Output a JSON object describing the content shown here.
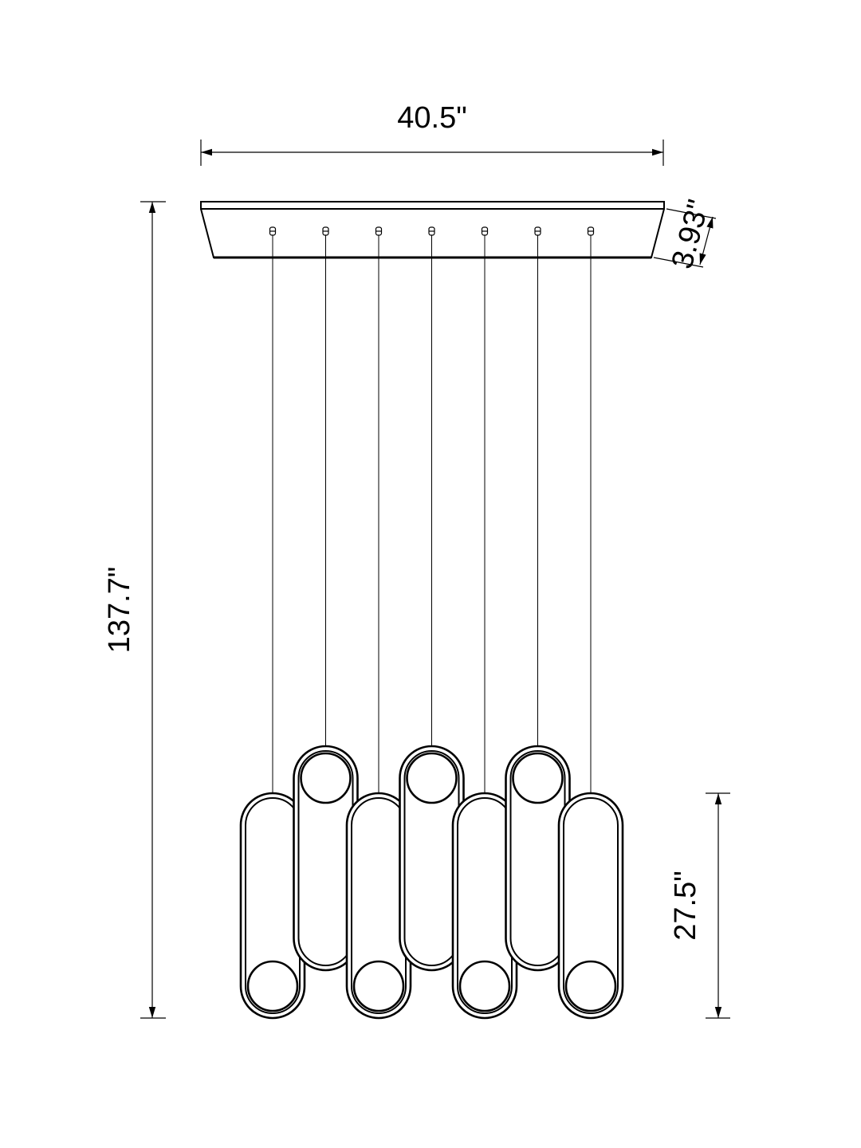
{
  "drawing": {
    "colors": {
      "line": "#000000",
      "background": "#ffffff"
    },
    "dimensions": {
      "width": "40.5\"",
      "canopy_depth": "3.93\"",
      "overall_height": "137.7\"",
      "fixture_height": "27.5\""
    },
    "pendant_count": 7
  }
}
